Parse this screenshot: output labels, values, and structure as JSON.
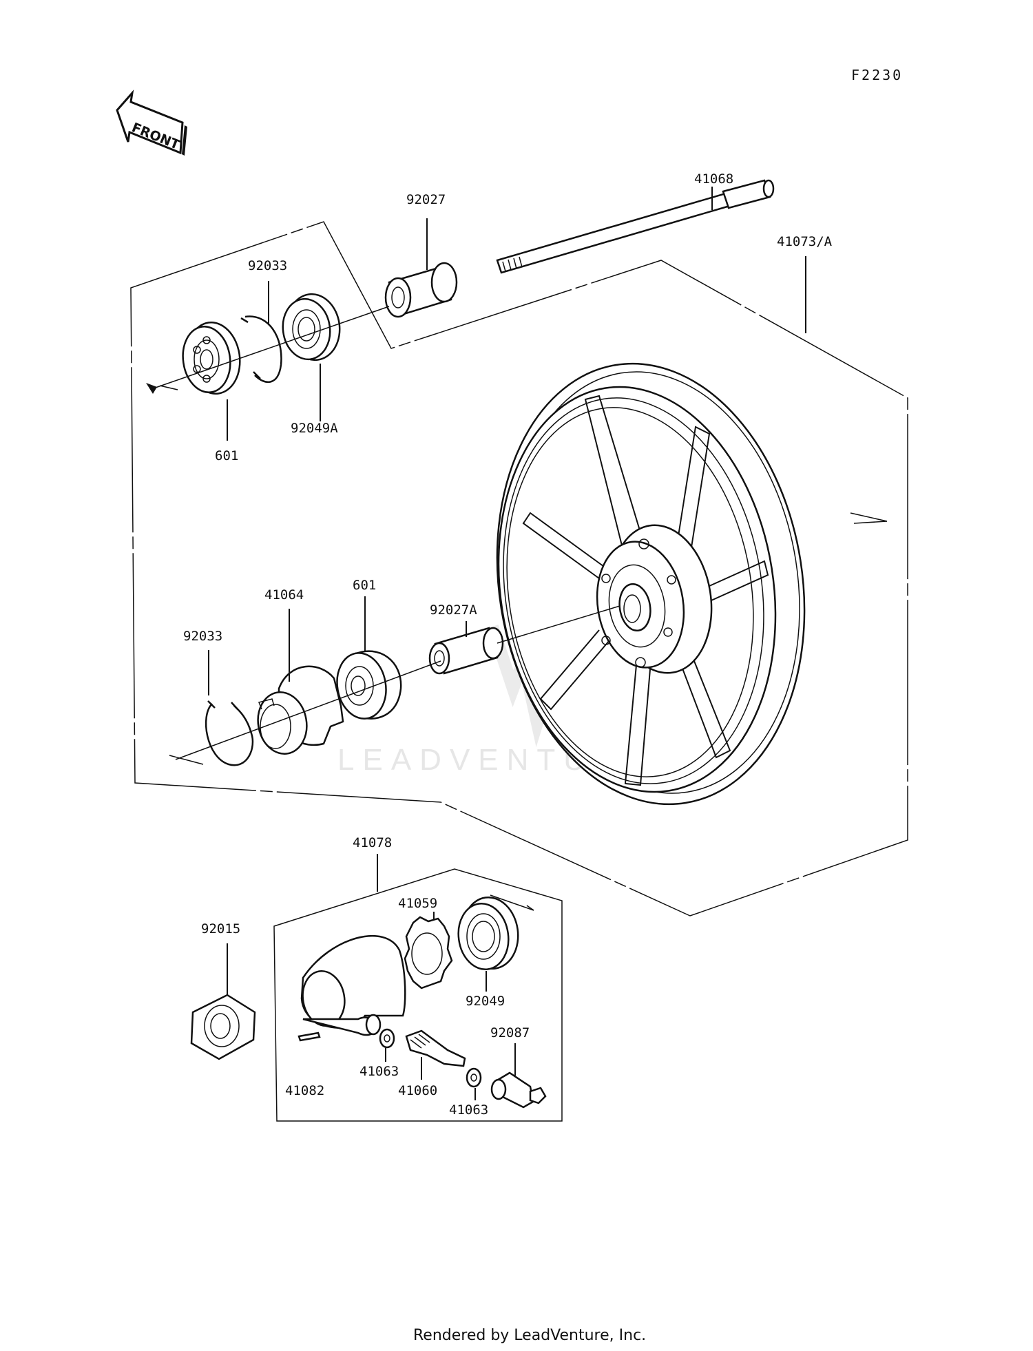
{
  "diagram": {
    "figure_id": "F2230",
    "front_label": "FRONT",
    "watermark": "LEADVENTURE",
    "footer": "Rendered by LeadVenture, Inc.",
    "labels": {
      "p41068": "41068",
      "p92027": "92027",
      "p92033_top": "92033",
      "p41073A": "41073/A",
      "p601_top": "601",
      "p92049A": "92049A",
      "p41064": "41064",
      "p601_mid": "601",
      "p92033_mid": "92033",
      "p92027A": "92027A",
      "p41078": "41078",
      "p41059": "41059",
      "p92015": "92015",
      "p92049": "92049",
      "p92087": "92087",
      "p41063_a": "41063",
      "p41060": "41060",
      "p41063_b": "41063",
      "p41082": "41082"
    }
  }
}
